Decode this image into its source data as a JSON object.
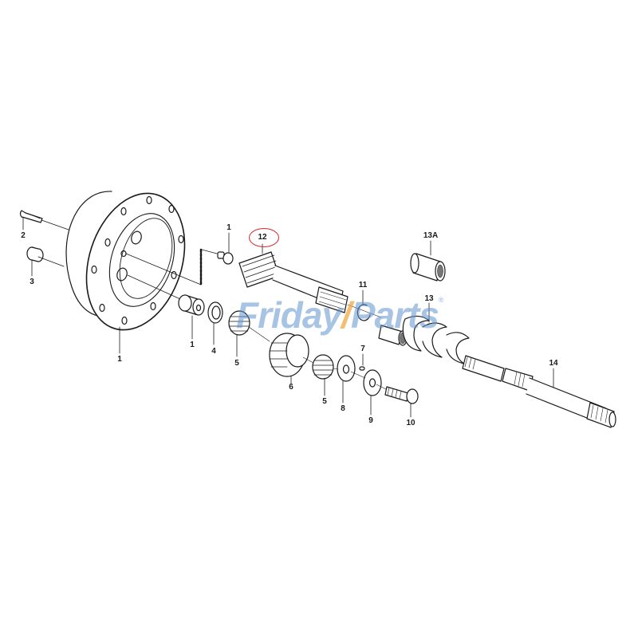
{
  "diagram": {
    "type": "exploded-parts-diagram",
    "subject": "Planetary / final drive hub assembly with shafts and gears",
    "highlight": {
      "callout": "12",
      "color": "#d9272e"
    },
    "watermark": {
      "text_left": "Friday",
      "text_right": "Parts",
      "registered_mark": "®",
      "color_text": "#6094cd",
      "color_accent": "#f0aa46"
    },
    "callouts": [
      {
        "id": "c-2",
        "label": "2",
        "part": "bolt / screw"
      },
      {
        "id": "c-3",
        "label": "3",
        "part": "plug"
      },
      {
        "id": "c-1a",
        "label": "1",
        "part": "hub housing"
      },
      {
        "id": "c-1b",
        "label": "1",
        "part": "bushing"
      },
      {
        "id": "c-1c",
        "label": "1",
        "part": "pin / stud"
      },
      {
        "id": "c-4",
        "label": "4",
        "part": "washer"
      },
      {
        "id": "c-5a",
        "label": "5",
        "part": "needle bearing"
      },
      {
        "id": "c-6",
        "label": "6",
        "part": "planet gear"
      },
      {
        "id": "c-5b",
        "label": "5",
        "part": "needle bearing"
      },
      {
        "id": "c-7",
        "label": "7",
        "part": "pin"
      },
      {
        "id": "c-8",
        "label": "8",
        "part": "thrust washer"
      },
      {
        "id": "c-9",
        "label": "9",
        "part": "washer"
      },
      {
        "id": "c-10",
        "label": "10",
        "part": "hex bolt"
      },
      {
        "id": "c-11",
        "label": "11",
        "part": "snap ring"
      },
      {
        "id": "c-12",
        "label": "12",
        "part": "sun gear shaft"
      },
      {
        "id": "c-13",
        "label": "13",
        "part": "coupling"
      },
      {
        "id": "c-13A",
        "label": "13A",
        "part": "sleeve / bearing"
      },
      {
        "id": "c-14",
        "label": "14",
        "part": "drive shaft"
      }
    ]
  }
}
